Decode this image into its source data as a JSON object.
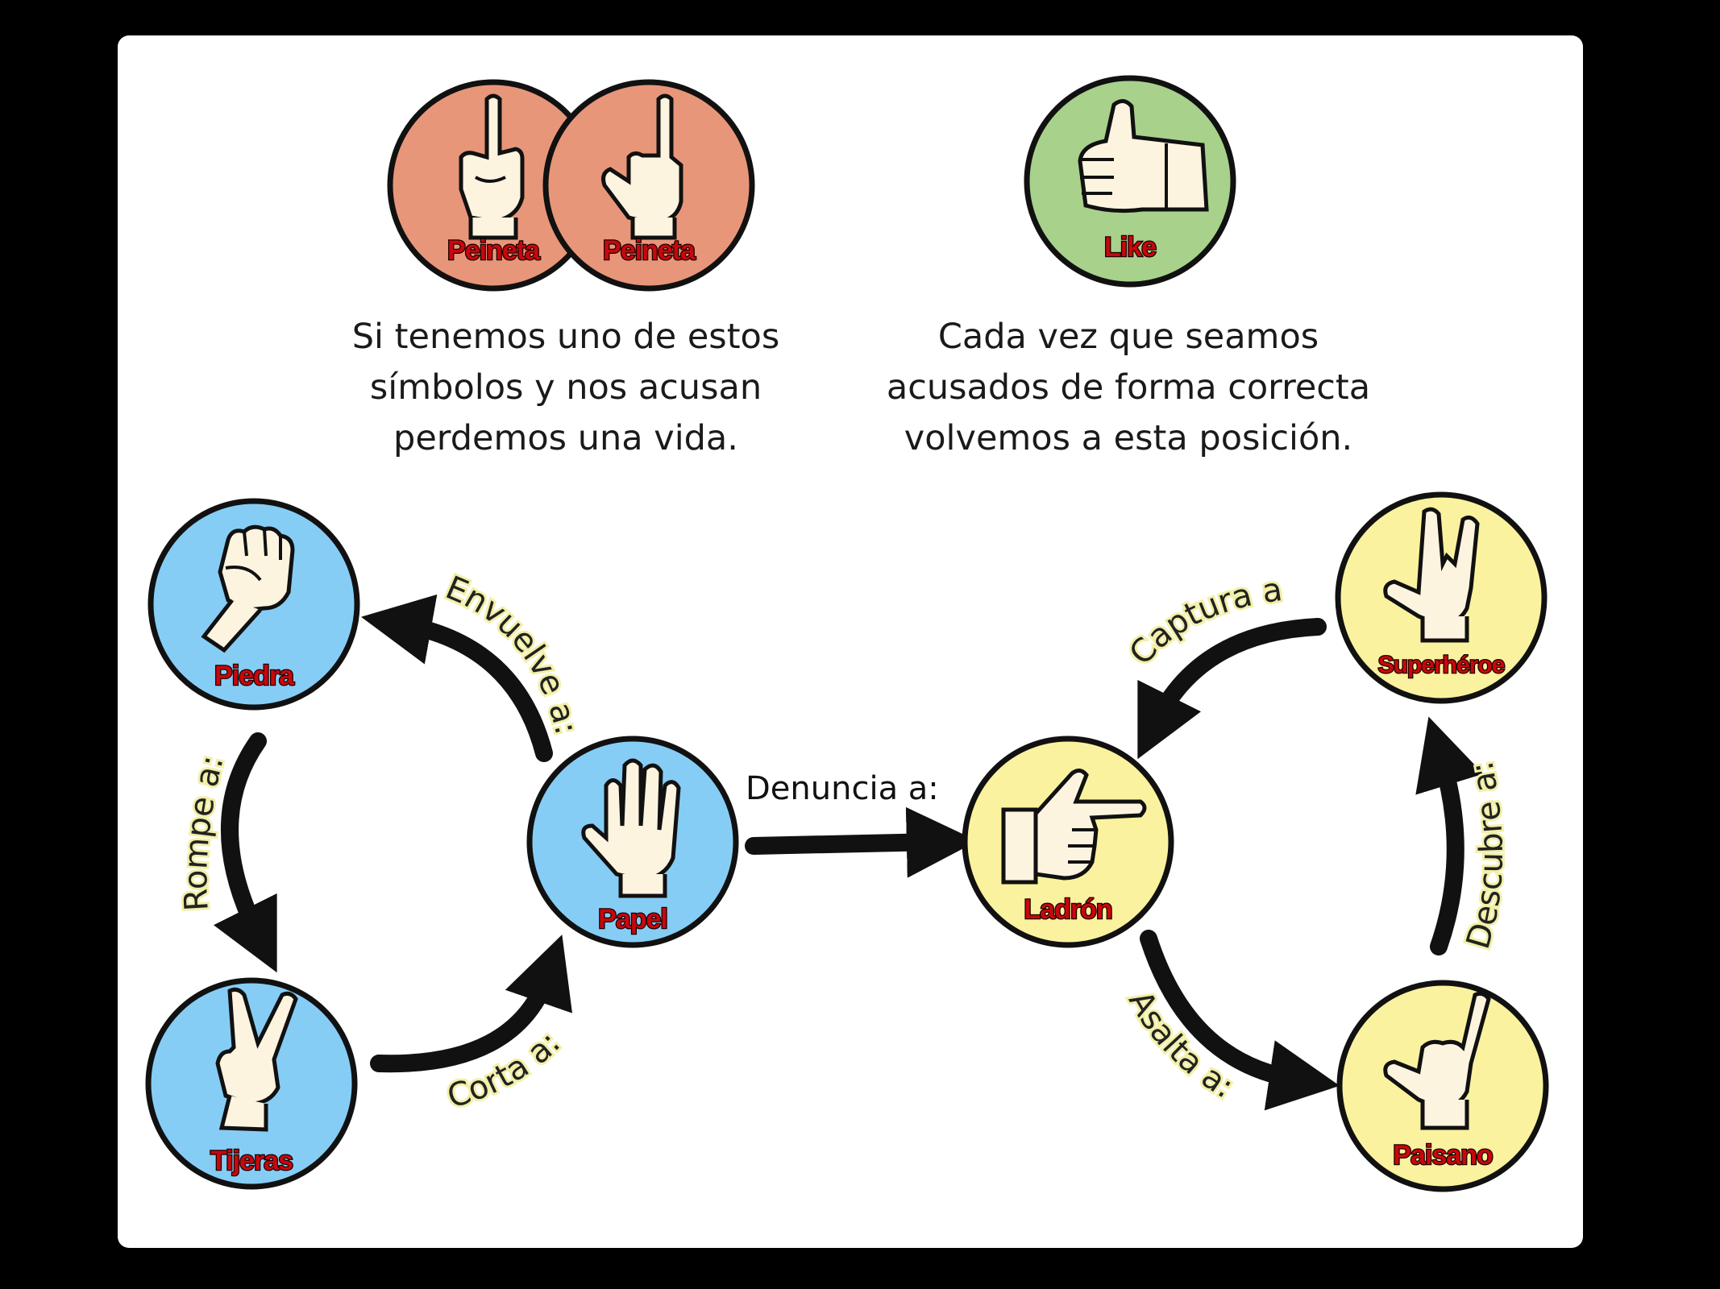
{
  "legend": {
    "left": {
      "symbols": [
        {
          "label": "Peineta",
          "icon": "middle-finger-hand-icon",
          "color": "#e8967a"
        },
        {
          "label": "Peineta",
          "icon": "middle-finger-hand-icon",
          "color": "#e8967a"
        }
      ],
      "caption": [
        "Si tenemos uno de estos",
        "símbolos y nos acusan",
        "perdemos una vida."
      ]
    },
    "right": {
      "symbols": [
        {
          "label": "Like",
          "icon": "thumbs-up-hand-icon",
          "color": "#a8d18c"
        }
      ],
      "caption": [
        "Cada vez que seamos",
        "acusados de forma correcta",
        "volvemos a esta posición."
      ]
    }
  },
  "nodes": {
    "piedra": {
      "label": "Piedra",
      "icon": "fist-hand-icon",
      "color": "#86cdf5"
    },
    "tijeras": {
      "label": "Tijeras",
      "icon": "victory-hand-icon",
      "color": "#86cdf5"
    },
    "papel": {
      "label": "Papel",
      "icon": "open-palm-hand-icon",
      "color": "#86cdf5"
    },
    "ladron": {
      "label": "Ladrón",
      "icon": "finger-gun-hand-icon",
      "color": "#faf29e"
    },
    "superheroe": {
      "label": "Superhéroe",
      "icon": "rock-horns-hand-icon",
      "color": "#faf29e"
    },
    "paisano": {
      "label": "Paisano",
      "icon": "shaka-hand-icon",
      "color": "#faf29e"
    }
  },
  "edges": {
    "envuelve": {
      "label": "Envuelve a:"
    },
    "rompe": {
      "label": "Rompe a:"
    },
    "corta": {
      "label": "Corta a:"
    },
    "denuncia": {
      "label": "Denuncia a:"
    },
    "captura": {
      "label": "Captura a:"
    },
    "descubre": {
      "label": "Descubre a:"
    },
    "asalta": {
      "label": "Asalta a:"
    }
  }
}
